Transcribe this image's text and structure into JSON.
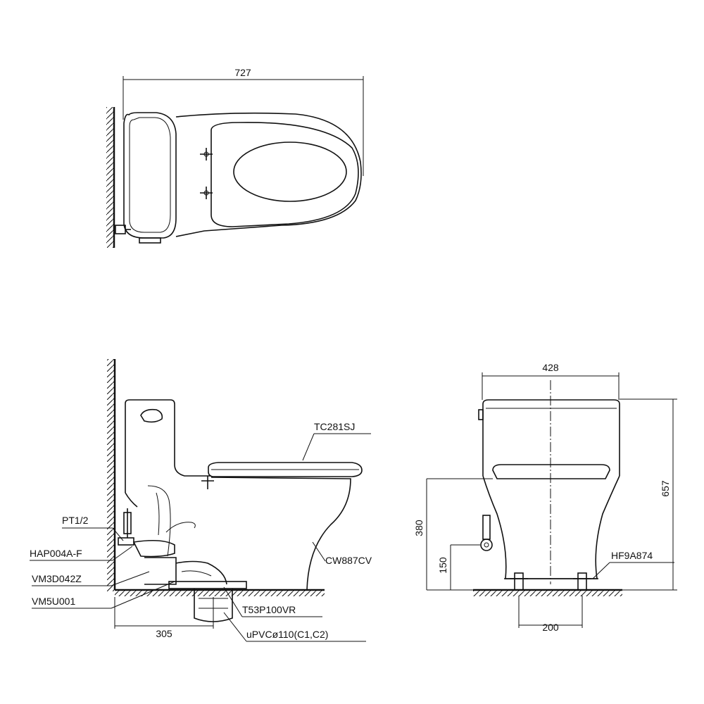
{
  "dimensions": {
    "top_length": "727",
    "front_width": "428",
    "height": "657",
    "rim_height": "380",
    "inlet_height": "150",
    "rough_in": "305",
    "bolt_spacing": "200"
  },
  "parts": {
    "seat": "TC281SJ",
    "bowl": "CW887CV",
    "angle_valve": "PT1/2",
    "supply_hose": "HAP004A-F",
    "fill_valve": "VM3D042Z",
    "flush_valve": "VM5U001",
    "flange": "T53P100VR",
    "drain_pipe": "uPVCø110(C1,C2)",
    "floor_bolt": "HF9A874"
  },
  "colors": {
    "line": "#111111",
    "background": "#ffffff"
  }
}
